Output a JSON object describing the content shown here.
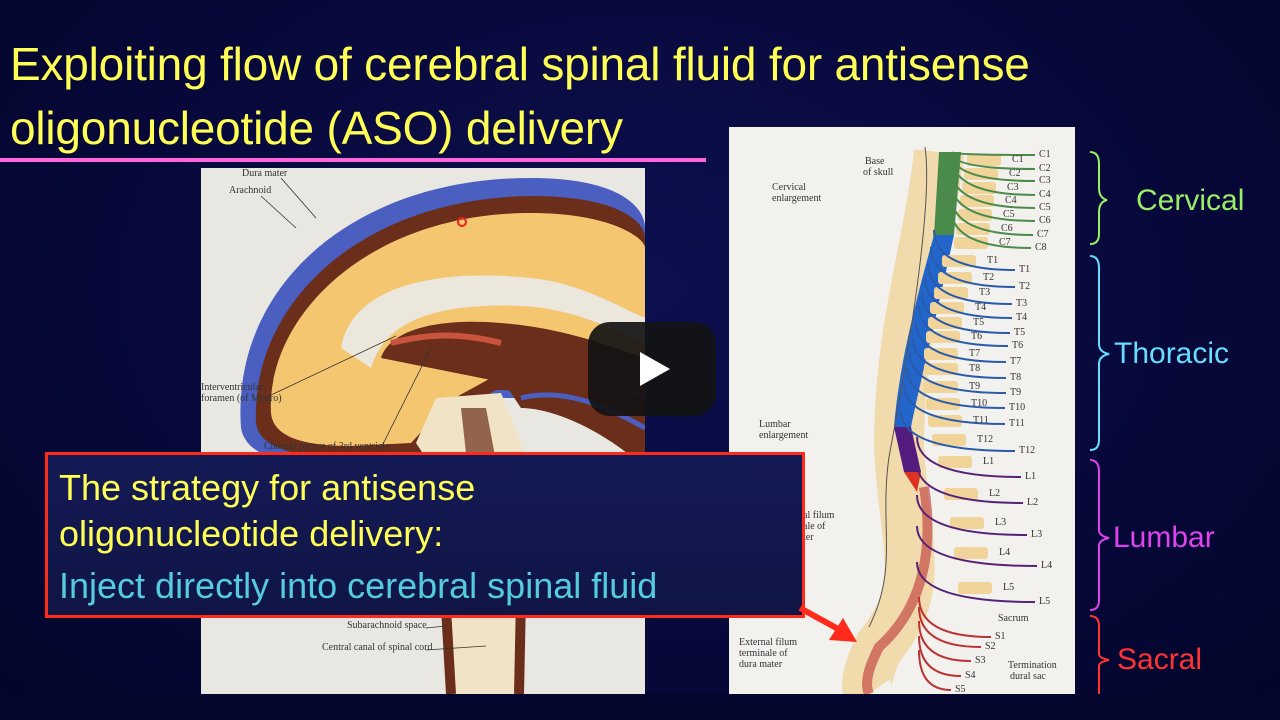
{
  "slide": {
    "title_line1": "Exploiting flow of cerebral spinal fluid for antisense",
    "title_line2": "oligonucleotide (ASO) delivery",
    "callout": {
      "line1": "The strategy for antisense",
      "line2": "oligonucleotide delivery:",
      "line3": "Inject directly into cerebral spinal fluid"
    },
    "brain_labels": {
      "dura": "Dura mater",
      "arachnoid": "Arachnoid",
      "interventricular1": "Interventricular",
      "interventricular2": "foramen (of Monro)",
      "choroid": "Choroid plexus of 3rd ventricle",
      "subarachnoid": "Subarachnoid space",
      "central_canal": "Central canal of spinal cord"
    },
    "spine_labels": {
      "base1": "Base",
      "base2": "of skull",
      "cervical_enl1": "Cervical",
      "cervical_enl2": "enlargement",
      "lumbar_enl1": "Lumbar",
      "lumbar_enl2": "enlargement",
      "internal1": "al filum",
      "internal2": "ale of",
      "internal3": "ter",
      "sacrum": "Sacrum",
      "external1": "External filum",
      "external2": "terminale of",
      "external3": "dura mater",
      "termination1": "Termination",
      "termination2": "dural sac"
    },
    "vertebra_labels": [
      "C1",
      "C2",
      "C3",
      "C4",
      "C5",
      "C6",
      "C7",
      "T1",
      "T2",
      "T3",
      "T4",
      "T5",
      "T6",
      "T7",
      "T8",
      "T9",
      "T10",
      "T11",
      "T12",
      "L1",
      "L2",
      "L3",
      "L4",
      "L5"
    ],
    "nerve_labels": [
      "C1",
      "C2",
      "C3",
      "C4",
      "C5",
      "C6",
      "C7",
      "C8",
      "T1",
      "T2",
      "T3",
      "T4",
      "T5",
      "T6",
      "T7",
      "T8",
      "T9",
      "T10",
      "T11",
      "T12",
      "L1",
      "L2",
      "L3",
      "L4",
      "L5",
      "S1",
      "S2",
      "S3",
      "S4",
      "S5"
    ],
    "regions": {
      "cervical": "Cervical",
      "thoracic": "Thoracic",
      "lumbar": "Lumbar",
      "sacral": "Sacral"
    }
  },
  "colors": {
    "title": "#ffff55",
    "underline": "#ff66dd",
    "callout_border": "#ff2a1a",
    "callout_text": "#ffff55",
    "callout_highlight": "#55ccdd",
    "cervical": "#99ee66",
    "thoracic": "#66ddff",
    "lumbar": "#dd44ee",
    "sacral": "#ff3333"
  },
  "player": {
    "play_icon": "play-icon"
  }
}
